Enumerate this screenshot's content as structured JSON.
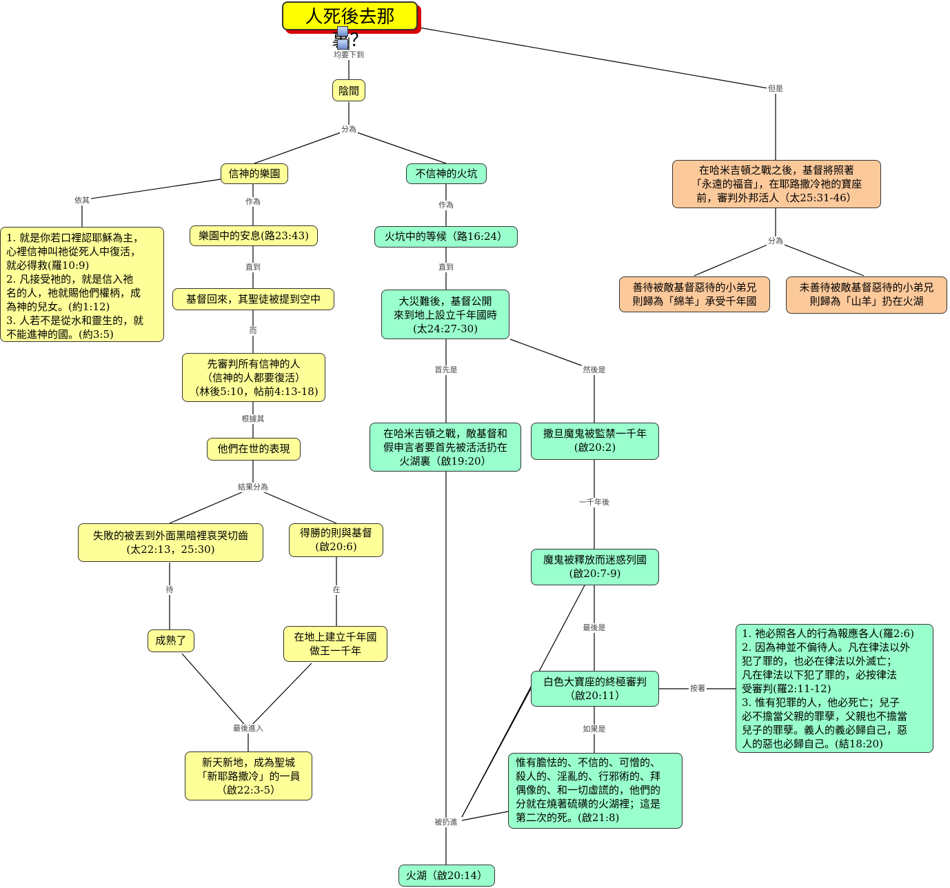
{
  "title": "人死後去那裏？",
  "icons": [
    "diagram-icon",
    "film-icon"
  ],
  "nodes": {
    "hades": "陰間",
    "paradise": "信神的樂園",
    "pit": "不信神的火坑",
    "olivet": "在哈米吉頓之戰之後，基督將照著\n「永遠的福音」，在耶路撒冷祂的寶座\n前，審判外邦活人（太25:31-46）",
    "sheep": "善待被敵基督惡待的小弟兄\n則歸為「綿羊」承受千年國",
    "goats": "未善待被敵基督惡待的小弟兄\n則歸為「山羊」扔在火湖",
    "salvation": "1. 就是你若口裡認耶穌為主，\n心裡信神叫祂從死人中復活，\n就必得救(羅10:9)\n2. 凡接受祂的，就是信入祂\n名的人，祂就賜他們權柄，成\n為神的兒女。(約1:12)\n3. 人若不是從水和靈生的，就\n不能進神的國。(約3:5)",
    "rest": "樂園中的安息(路23:43)",
    "rapture": "基督回來，其聖徒被提到空中",
    "judgeBelievers": "先審判所有信神的人\n（信神的人都要復活）\n（林後5:10，帖前4:13-18)",
    "conduct": "他們在世的表現",
    "losers": "失敗的被丟到外面黑暗裡哀哭切齒\n(太22:13，25:30)",
    "winners": "得勝的則與基督\n(啟20:6)",
    "mature": "成熟了",
    "reign": "在地上建立千年國\n做王一千年",
    "newJerusalem": "新天新地，成為聖城\n「新耶路撒冷」的一員\n（啟22:3-5）",
    "waitFire": "火坑中的等候（路16:24）",
    "tribulation": "大災難後，基督公開\n來到地上設立千年國時\n(太24:27-30)",
    "armageddon": "在哈米吉頓之戰，敵基督和\n假申言者要首先被活活扔在\n火湖裏（啟19:20）",
    "satanBound": "撒旦魔鬼被監禁一千年\n(啟20:2)",
    "satanReleased": "魔鬼被釋放而迷惑列國\n(啟20:7-9)",
    "whiteThrone": "白色大寶座的終極審判\n（啟20:11）",
    "cowardly": "惟有膽怯的、不信的、可憎的、\n殺人的、淫亂的、行邪術的、拜\n偶像的、和一切虛謊的，他們的\n分就在燒著硫磺的火湖裡；這是\n第二次的死。(啟21:8)",
    "principles": "1. 祂必照各人的行為報應各人(羅2:6)\n2. 因為神並不偏待人。凡在律法以外\n犯了罪的，也必在律法以外滅亡；\n凡在律法以下犯了罪的，必按律法\n受審判(羅2:11-12)\n3. 惟有犯罪的人，他必死亡；兒子\n必不擔當父親的罪孽，父親也不擔當\n兒子的罪孽。義人的義必歸自己，惡\n人的惡也必歸自己。(結18:20)",
    "lakeOfFire": "火湖（啟20:14）"
  },
  "labels": {
    "allGoDown": "均要下到",
    "but": "但是",
    "dividedInto": "分為",
    "dividedInto2": "分為",
    "accordingTo": "依其",
    "as1": "作為",
    "as2": "作為",
    "until1": "直到",
    "until2": "直到",
    "and": "而",
    "basedOn": "根據其",
    "resultDivided": "結果分為",
    "firstIs": "首先是",
    "thenIs": "然後是",
    "await": "待",
    "at": "在",
    "finallyEnter": "最後進入",
    "afterThousand": "一千年後",
    "finallyIs": "最後是",
    "accordingToPrinciples": "按著",
    "ifIs": "如果是",
    "thrownIn": "被扔進"
  }
}
